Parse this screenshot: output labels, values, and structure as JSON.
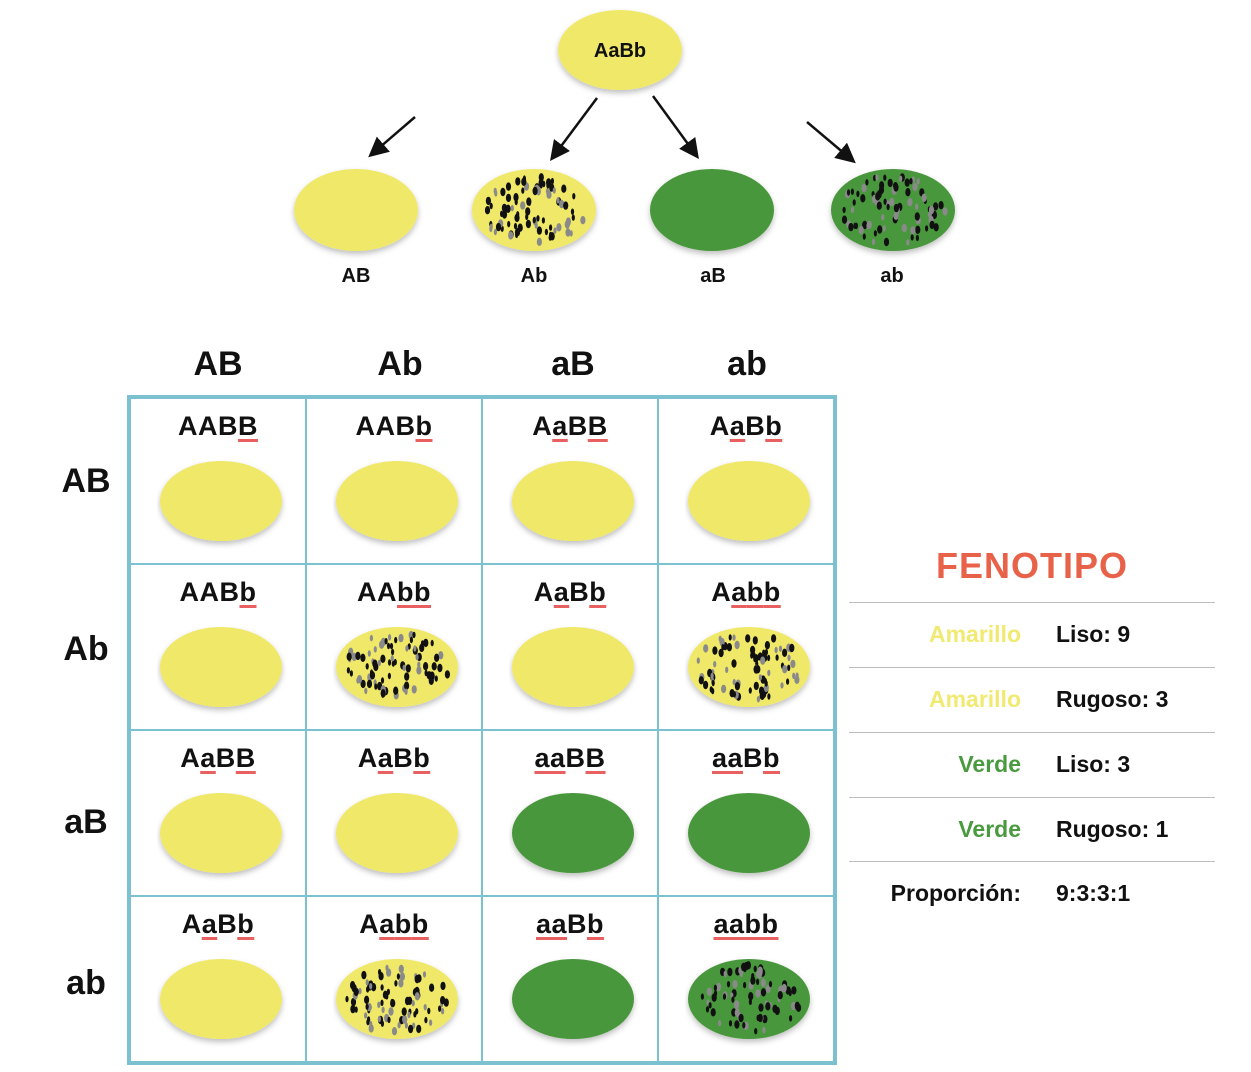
{
  "parent": {
    "genotype": "AaBb",
    "color": "#efe867"
  },
  "gametes": [
    {
      "label": "AB",
      "color": "yellow",
      "texture": "smooth"
    },
    {
      "label": "Ab",
      "color": "yellow",
      "texture": "rough"
    },
    {
      "label": "aB",
      "color": "green",
      "texture": "smooth"
    },
    {
      "label": "ab",
      "color": "green",
      "texture": "rough"
    }
  ],
  "columns": [
    "AB",
    "Ab",
    "aB",
    "ab"
  ],
  "rows": [
    "AB",
    "Ab",
    "aB",
    "ab"
  ],
  "cells": [
    [
      {
        "genotype": "AABB",
        "color": "yellow",
        "texture": "smooth"
      },
      {
        "genotype": "AABb",
        "color": "yellow",
        "texture": "smooth"
      },
      {
        "genotype": "AaBB",
        "color": "yellow",
        "texture": "smooth"
      },
      {
        "genotype": "AaBb",
        "color": "yellow",
        "texture": "smooth"
      }
    ],
    [
      {
        "genotype": "AABb",
        "color": "yellow",
        "texture": "smooth"
      },
      {
        "genotype": "AAbb",
        "color": "yellow",
        "texture": "rough"
      },
      {
        "genotype": "AaBb",
        "color": "yellow",
        "texture": "smooth"
      },
      {
        "genotype": "Aabb",
        "color": "yellow",
        "texture": "rough"
      }
    ],
    [
      {
        "genotype": "AaBB",
        "color": "yellow",
        "texture": "smooth"
      },
      {
        "genotype": "AaBb",
        "color": "yellow",
        "texture": "smooth"
      },
      {
        "genotype": "aaBB",
        "color": "green",
        "texture": "smooth"
      },
      {
        "genotype": "aaBb",
        "color": "green",
        "texture": "smooth"
      }
    ],
    [
      {
        "genotype": "AaBb",
        "color": "yellow",
        "texture": "smooth"
      },
      {
        "genotype": "Aabb",
        "color": "yellow",
        "texture": "rough"
      },
      {
        "genotype": "aaBb",
        "color": "green",
        "texture": "smooth"
      },
      {
        "genotype": "aabb",
        "color": "green",
        "texture": "rough"
      }
    ]
  ],
  "phenotype": {
    "title": "FENOTIPO",
    "rows": [
      {
        "color": "Amarillo",
        "color_hex": "#f0ea70",
        "shape": "Liso: 9"
      },
      {
        "color": "Amarillo",
        "color_hex": "#f0ea70",
        "shape": "Rugoso: 3"
      },
      {
        "color": "Verde",
        "color_hex": "#4a9a3f",
        "shape": "Liso: 3"
      },
      {
        "color": "Verde",
        "color_hex": "#4a9a3f",
        "shape": "Rugoso: 1"
      }
    ],
    "ratio_label": "Proporción:",
    "ratio_value": "9:3:3:1"
  },
  "colors": {
    "yellow": "#efe867",
    "green": "#4a973d",
    "grid": "#7cc1cf",
    "title": "#e8624a",
    "underline": "#e86060"
  }
}
